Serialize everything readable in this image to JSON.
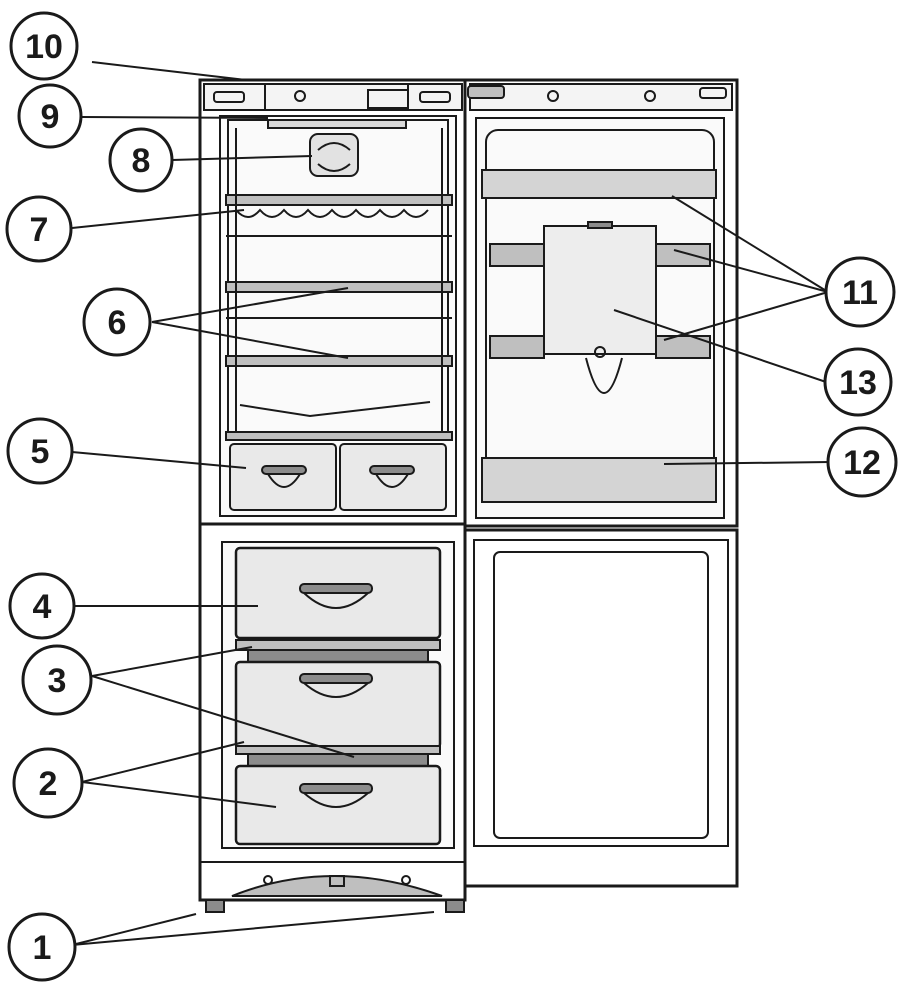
{
  "callouts": [
    {
      "id": "1",
      "label": "1"
    },
    {
      "id": "2",
      "label": "2"
    },
    {
      "id": "3",
      "label": "3"
    },
    {
      "id": "4",
      "label": "4"
    },
    {
      "id": "5",
      "label": "5"
    },
    {
      "id": "6",
      "label": "6"
    },
    {
      "id": "7",
      "label": "7"
    },
    {
      "id": "8",
      "label": "8"
    },
    {
      "id": "9",
      "label": "9"
    },
    {
      "id": "10",
      "label": "10"
    },
    {
      "id": "11",
      "label": "11"
    },
    {
      "id": "12",
      "label": "12"
    },
    {
      "id": "13",
      "label": "13"
    }
  ],
  "colors": {
    "outline": "#1a1a1a",
    "shelf_gray": "#bfbfbf",
    "drawer_fill": "#e9e9e9",
    "panel_fill": "#f4f4f4",
    "dark_strip": "#8c8c8c"
  }
}
